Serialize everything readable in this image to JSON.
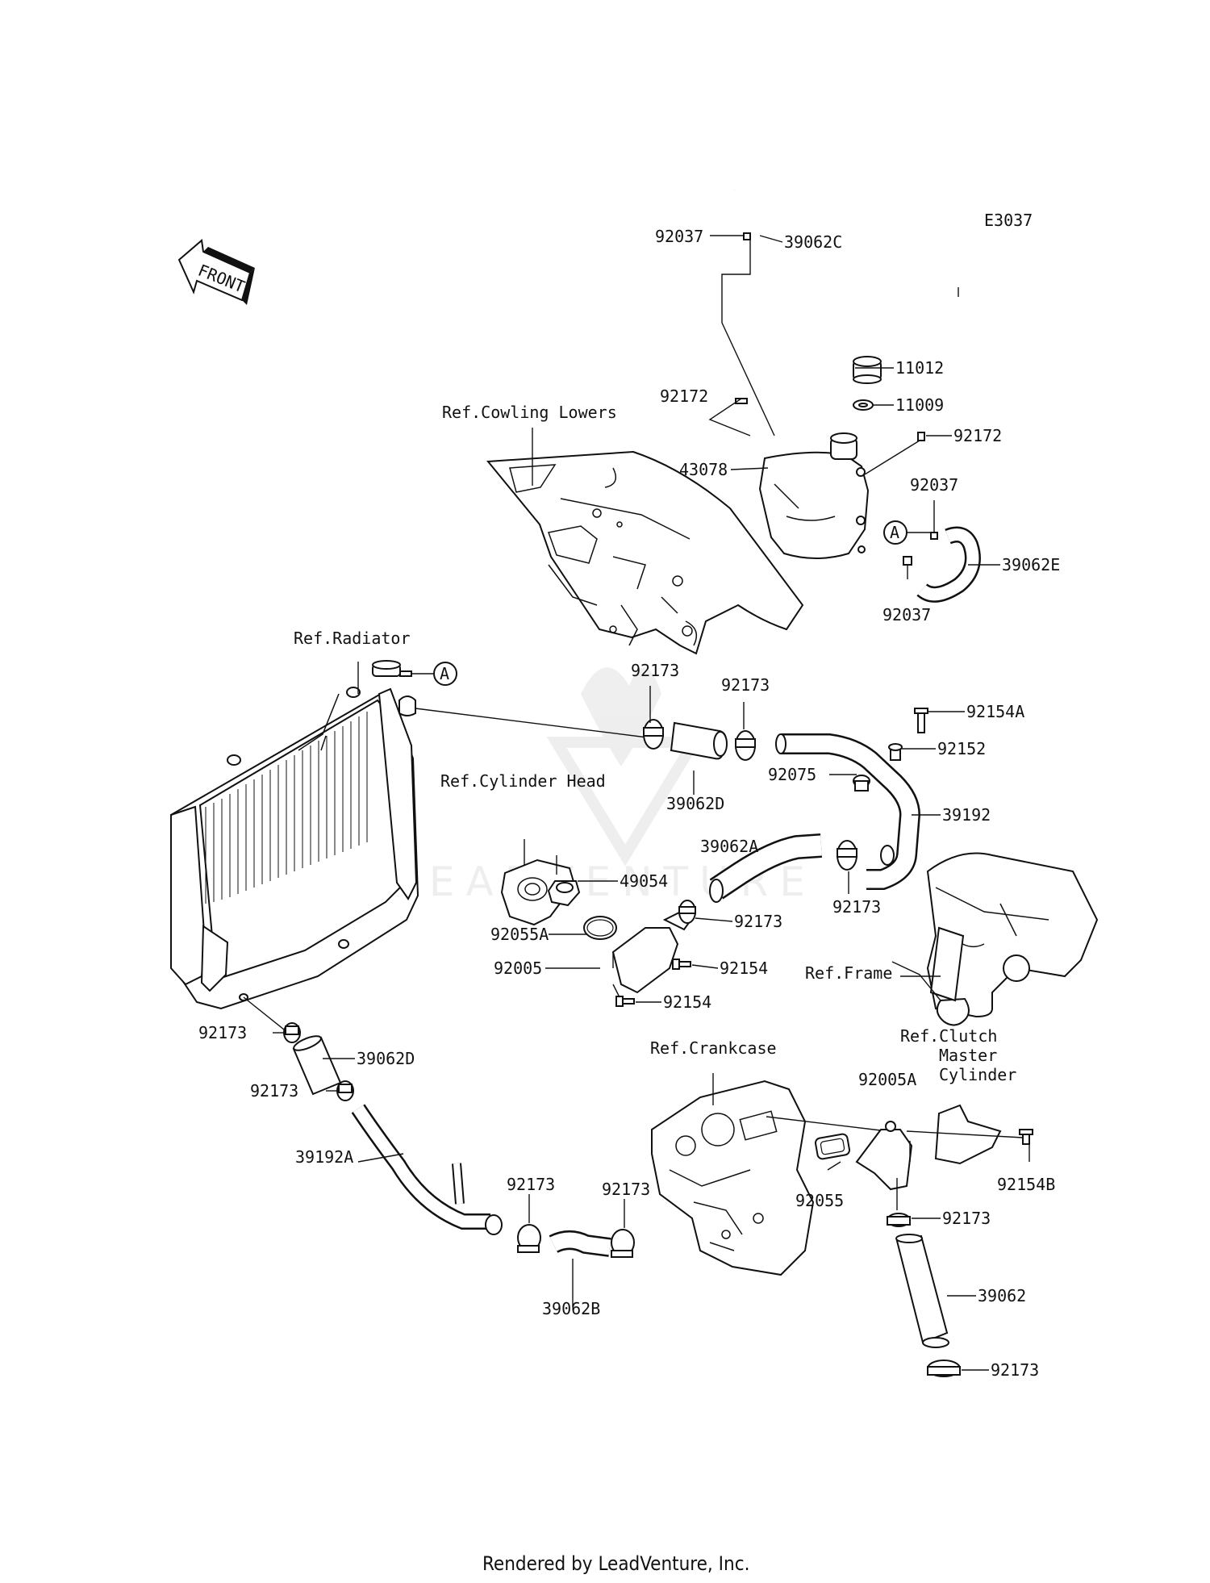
{
  "diagram_code": "E3037",
  "front_label": "FRONT",
  "footer": "Rendered by LeadVenture, Inc.",
  "refs": {
    "cowling": "Ref.Cowling Lowers",
    "radiator": "Ref.Radiator",
    "cylinder_head": "Ref.Cylinder Head",
    "frame": "Ref.Frame",
    "crankcase": "Ref.Crankcase",
    "clutch_1": "Ref.Clutch",
    "clutch_2": "Master",
    "clutch_3": "Cylinder"
  },
  "callout": "A",
  "parts": {
    "p92037_top": "92037",
    "p39062C": "39062C",
    "p11012": "11012",
    "p11009": "11009",
    "p92172_l": "92172",
    "p92172_r": "92172",
    "p43078": "43078",
    "p92037_r": "92037",
    "p39062E": "39062E",
    "p92037_b": "92037",
    "p92173_a": "92173",
    "p92173_b": "92173",
    "p92154A": "92154A",
    "p92152": "92152",
    "p39062D_t": "39062D",
    "p92075": "92075",
    "p39192": "39192",
    "p39062A": "39062A",
    "p92173_c": "92173",
    "p49054": "49054",
    "p92055A": "92055A",
    "p92173_d": "92173",
    "p92005": "92005",
    "p92154_a": "92154",
    "p92154_b": "92154",
    "p92173_e": "92173",
    "p39062D_b": "39062D",
    "p92173_f": "92173",
    "p39192A": "39192A",
    "p92173_g": "92173",
    "p92173_h": "92173",
    "p39062B": "39062B",
    "p92005A": "92005A",
    "p92055": "92055",
    "p92154B": "92154B",
    "p92173_i": "92173",
    "p39062": "39062",
    "p92173_j": "92173"
  }
}
